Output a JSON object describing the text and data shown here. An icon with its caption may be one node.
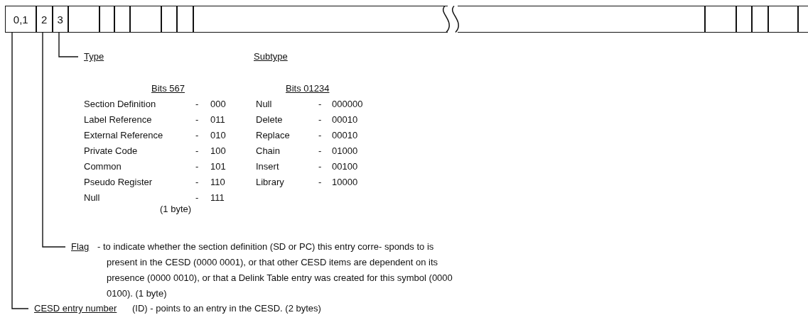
{
  "diagram": {
    "nodes": [
      {
        "text": [
          "0,1"
        ]
      },
      {
        "text": [
          "2"
        ]
      },
      {
        "text": [
          "3"
        ]
      },
      {
        "text": [],
        "shape": "box"
      },
      {
        "text": [],
        "shape": "box"
      },
      {
        "text": [],
        "shape": "box"
      },
      {
        "text": [],
        "shape": "box"
      },
      {
        "text": [],
        "shape": "box"
      },
      {
        "text": [],
        "shape": "box"
      },
      {
        "text": [],
        "shape": "box"
      },
      {
        "text": [],
        "shape": "box"
      },
      {
        "text": [],
        "shape": "box"
      },
      {
        "text": [],
        "shape": "box"
      },
      {
        "text": [],
        "shape": "box"
      },
      {
        "text": [],
        "shape": "box"
      },
      {
        "text": [],
        "shape": "box"
      },
      {
        "text": [
          "Type"
        ]
      },
      {
        "text": [
          "Flag",
          "- to indicate whether the section definition (SD or PC) this entry corre- sponds to is present in the CESD (0000 0001), or that other CESD items are dependent on its presence (0000 0010), or that a Delink Table entry was created for this symbol (0000 0100). (1 byte)"
        ]
      },
      {
        "text": [
          "CESD entry number",
          "(ID) - points to an entry in the CESD. (2 bytes)"
        ]
      }
    ],
    "edges": [
      {
        "from": 2,
        "to": 16,
        "arrow": "none"
      },
      {
        "from": 1,
        "to": 17,
        "arrow": "none"
      },
      {
        "from": 0,
        "to": 18,
        "arrow": "none"
      }
    ],
    "labels": [
      "Subtype",
      "Bits 567",
      "Bits 01234",
      "Section Definition",
      "-",
      "000",
      "Null",
      "-",
      "000000",
      "Label Reference",
      "-",
      "011",
      "Delete",
      "-",
      "00010",
      "External Reference",
      "-",
      "010",
      "Replace",
      "-",
      "00010",
      "Private Code",
      "-",
      "100",
      "Chain",
      "-",
      "01000",
      "Common",
      "-",
      "101",
      "Insert",
      "-",
      "00100",
      "Pseudo Register",
      "-",
      "110",
      "Library",
      "-",
      "10000",
      "Null",
      "-",
      "111",
      "(1 byte)"
    ]
  }
}
